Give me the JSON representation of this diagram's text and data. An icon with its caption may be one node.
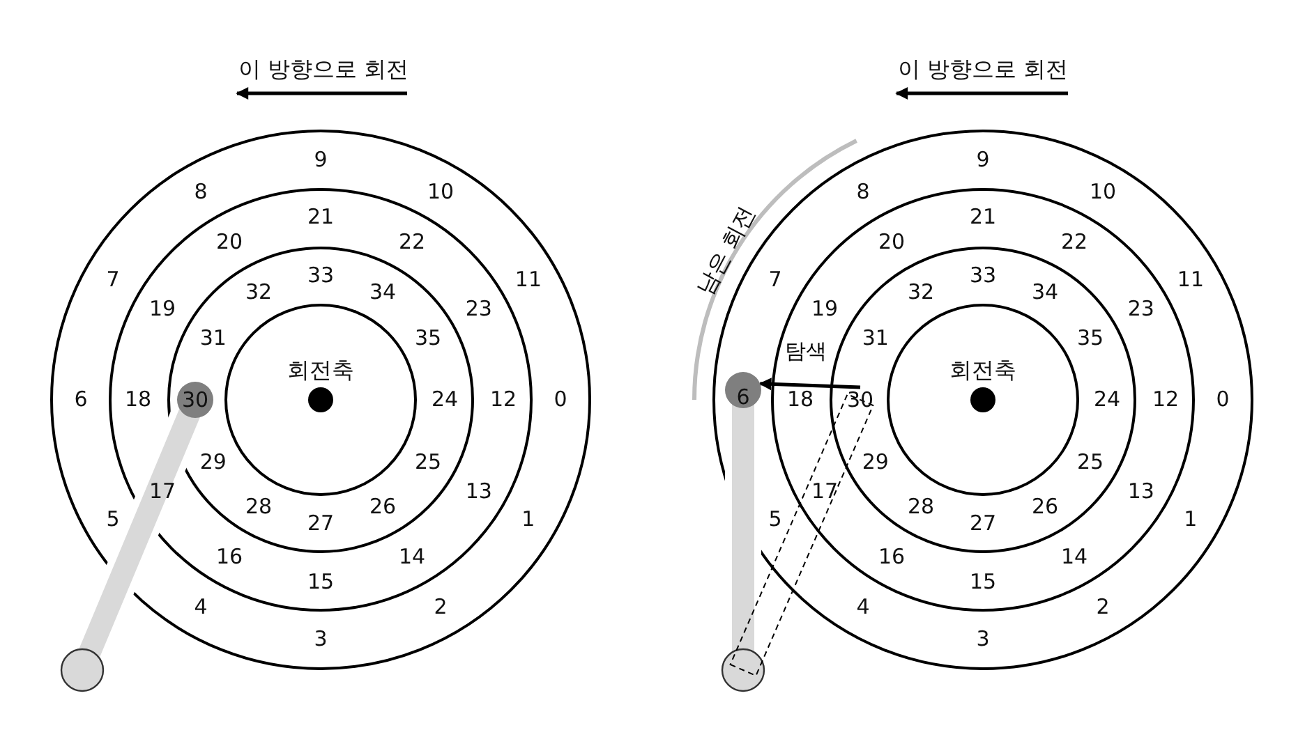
{
  "diagram": {
    "nodes": [
      {
        "text": [
          "30"
        ]
      },
      {
        "text": [
          "30"
        ]
      },
      {
        "text": [
          "6"
        ]
      }
    ],
    "edges": [
      {
        "from": 1,
        "to": 2,
        "arrow": "to",
        "label": "탐색"
      }
    ],
    "labels": [
      "이 방향으로 회전",
      "이 방향으로 회전",
      "남은 회전",
      "회전축",
      "회전축",
      "0",
      "1",
      "2",
      "3",
      "4",
      "5",
      "6",
      "7",
      "8",
      "9",
      "10",
      "11",
      "12",
      "13",
      "14",
      "15",
      "16",
      "17",
      "18",
      "19",
      "20",
      "21",
      "22",
      "23",
      "24",
      "25",
      "26",
      "27",
      "28",
      "29",
      "31",
      "32",
      "33",
      "34",
      "35",
      "0",
      "1",
      "2",
      "3",
      "4",
      "5",
      "7",
      "8",
      "9",
      "10",
      "11",
      "12",
      "13",
      "14",
      "15",
      "16",
      "17",
      "18",
      "19",
      "20",
      "21",
      "22",
      "23",
      "24",
      "25",
      "26",
      "27",
      "28",
      "29",
      "31",
      "32",
      "33",
      "34",
      "35"
    ]
  }
}
